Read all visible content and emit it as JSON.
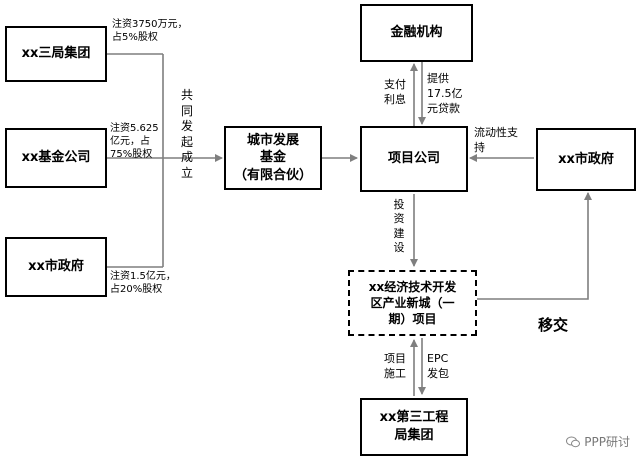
{
  "boxes": {
    "sanju": "xx三局集团",
    "fund_co": "xx基金公司",
    "gov_left": "xx市政府",
    "city_fund": "城市发展\n基金\n（有限合伙）",
    "finance": "金融机构",
    "project_co": "项目公司",
    "gov_right": "xx市政府",
    "project": "xx经济技术开发\n区产业新城（一\n期）项目",
    "sangong": "xx第三工程\n局集团"
  },
  "labels": {
    "sanju_invest": "注资3750万元，\n占5%股权",
    "fund_invest": "注资5.625\n亿元，占\n75%股权",
    "gov_invest": "注资1.5亿元，\n占20%股权",
    "co_found": "共\n同\n发\n起\n成\n立",
    "pay_interest": "支付\n利息",
    "loan": "提供\n17.5亿\n元贷款",
    "liquidity": "流动性支\n持",
    "invest_build": "投\n资\n建\n设",
    "transfer": "移交",
    "construction": "项目\n施工",
    "epc": "EPC\n发包"
  },
  "watermark": "PPP研讨",
  "colors": {
    "line": "#7f7f7f",
    "border": "#000000"
  }
}
